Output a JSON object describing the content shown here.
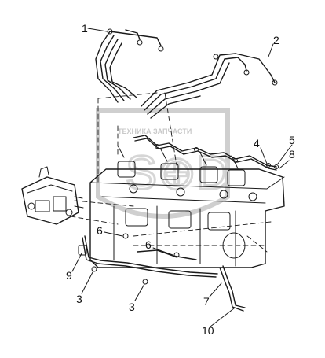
{
  "diagram": {
    "callouts": [
      {
        "id": "c1",
        "label": "1"
      },
      {
        "id": "c2",
        "label": "2"
      },
      {
        "id": "c4",
        "label": "4"
      },
      {
        "id": "c5",
        "label": "5"
      },
      {
        "id": "c8",
        "label": "8"
      },
      {
        "id": "c6a",
        "label": "6"
      },
      {
        "id": "c6b",
        "label": "6"
      },
      {
        "id": "c9",
        "label": "9"
      },
      {
        "id": "c3a",
        "label": "3"
      },
      {
        "id": "c3b",
        "label": "3"
      },
      {
        "id": "c7",
        "label": "7"
      },
      {
        "id": "c10",
        "label": "10"
      }
    ],
    "watermark": {
      "logo_text": "ТЕХНИКА ЗАПЧАСТИ"
    },
    "colors": {
      "line": "#1a1a1a",
      "watermark": "#cfcfcf",
      "background": "#ffffff"
    }
  }
}
